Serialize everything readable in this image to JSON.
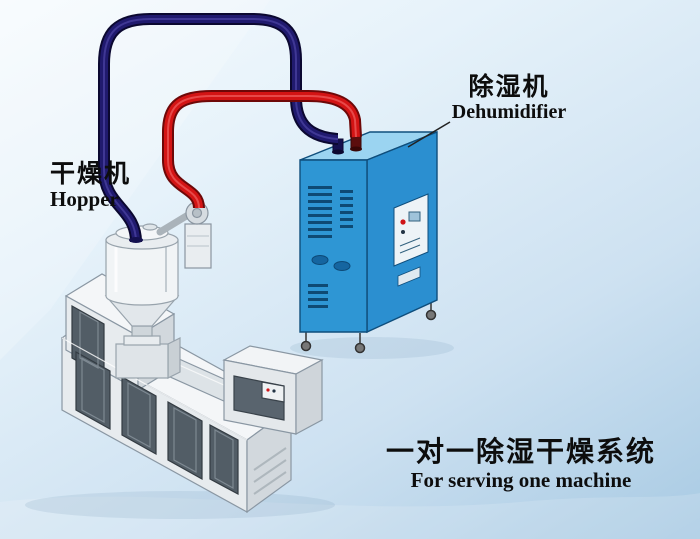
{
  "labels": {
    "dryer": {
      "cn": "干燥机",
      "en": "Hopper"
    },
    "dehumidifier": {
      "cn": "除湿机",
      "en": "Dehumidifier"
    },
    "system": {
      "cn": "一对一除湿干燥系统",
      "en": "For serving one machine"
    }
  },
  "colors": {
    "background_top": "#f7fbfe",
    "background_bottom": "#a8cae3",
    "pipe_return_navy": "#201a6e",
    "pipe_supply_red": "#d31414",
    "dehumidifier_front": "#2e96d4",
    "dehumidifier_side": "#2b8fd0",
    "dehumidifier_top": "#9bd4f1",
    "machine_body": "#f4f6f8",
    "machine_panel_dark": "#525d66",
    "text": "#0d0d0d"
  },
  "diagram": {
    "components": [
      {
        "name": "hopper-dryer"
      },
      {
        "name": "blower-filter-unit"
      },
      {
        "name": "extruder-machine"
      },
      {
        "name": "dehumidifier-cabinet"
      },
      {
        "name": "return-air-pipe-navy"
      },
      {
        "name": "supply-air-pipe-red"
      }
    ]
  }
}
